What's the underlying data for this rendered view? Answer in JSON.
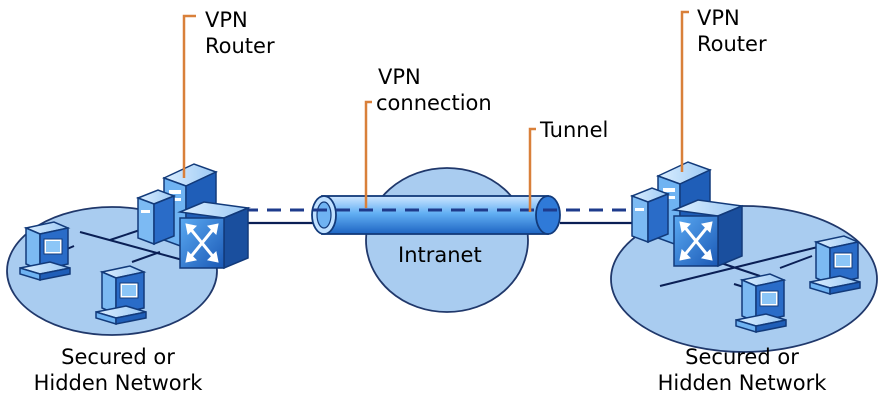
{
  "labels": {
    "left_router": [
      "VPN",
      "Router"
    ],
    "right_router": [
      "VPN",
      "Router"
    ],
    "vpn_connection": [
      "VPN",
      "connection"
    ],
    "tunnel": "Tunnel",
    "intranet": "Intranet",
    "left_network": [
      "Secured or",
      "Hidden Network"
    ],
    "right_network": [
      "Secured or",
      "Hidden Network"
    ]
  },
  "colors": {
    "network_fill": "#a9ccf0",
    "network_stroke": "#20386b",
    "callout_line": "#d9803a",
    "tunnel_fill": "#5aa9f2",
    "dashed_line": "#1e3b8c",
    "device_blue": "#2a74d6"
  },
  "icons": {
    "router": "vpn-router-icon",
    "computer": "desktop-computer-icon"
  }
}
